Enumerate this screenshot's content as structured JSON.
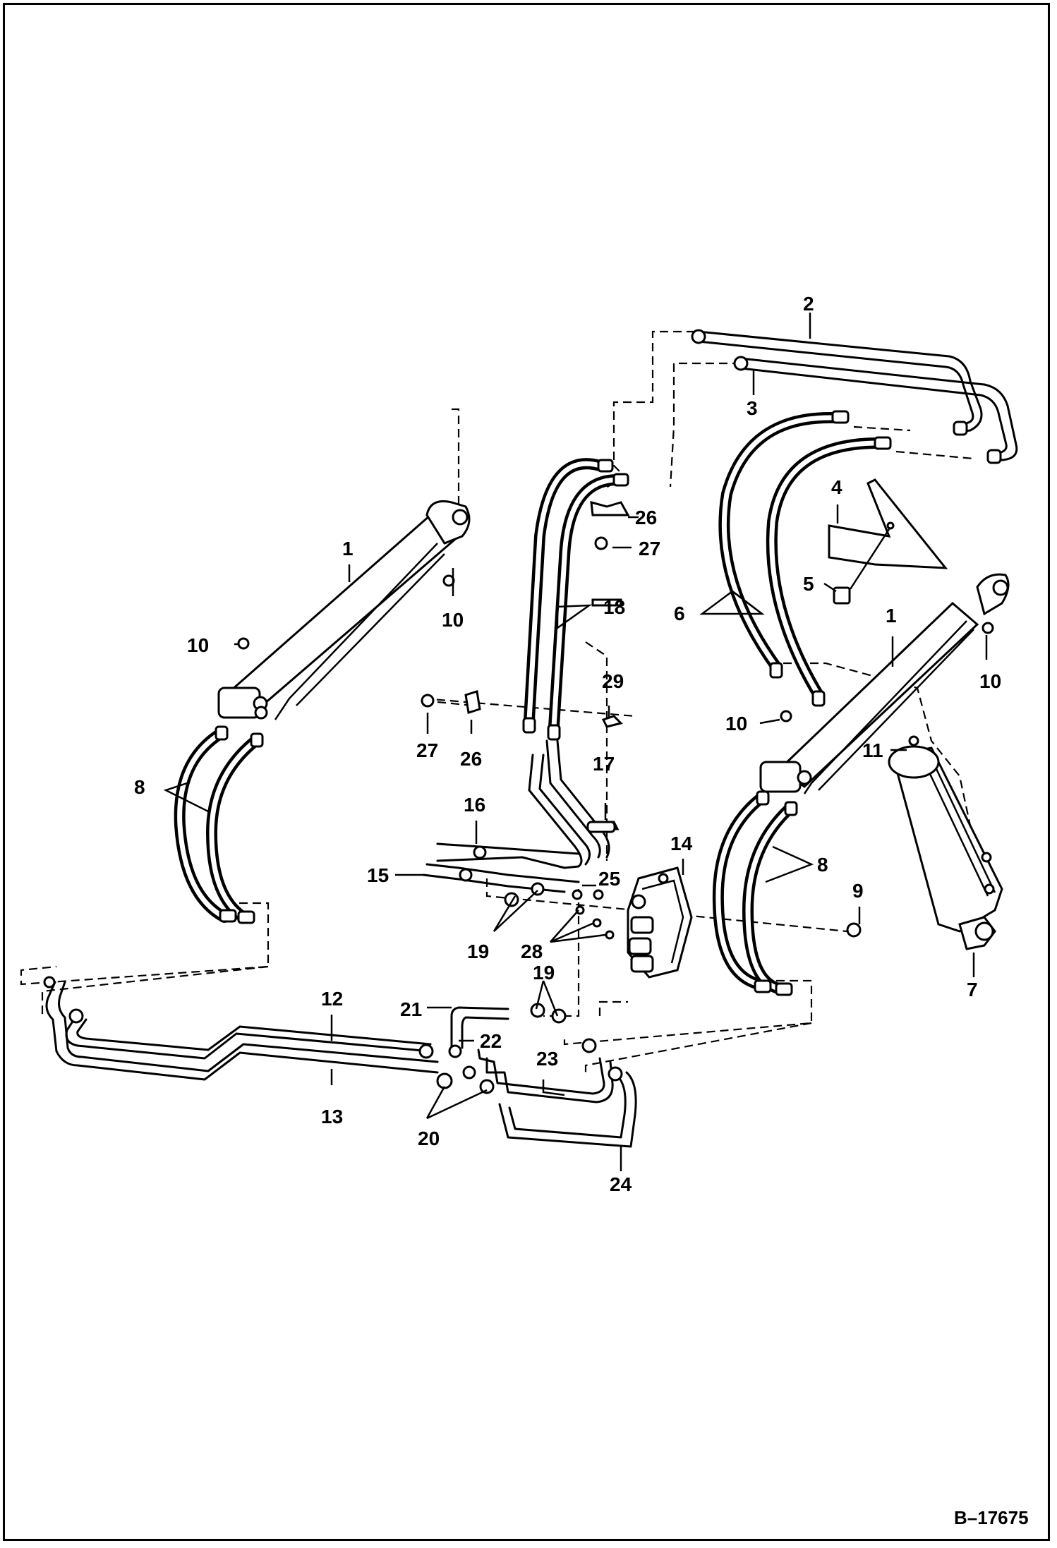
{
  "drawing_ref": "B–17675",
  "callouts": [
    {
      "id": "c2",
      "text": "2"
    },
    {
      "id": "c3",
      "text": "3"
    },
    {
      "id": "c4",
      "text": "4"
    },
    {
      "id": "c5",
      "text": "5"
    },
    {
      "id": "c6",
      "text": "6"
    },
    {
      "id": "c26a",
      "text": "26"
    },
    {
      "id": "c27a",
      "text": "27"
    },
    {
      "id": "c18",
      "text": "18"
    },
    {
      "id": "c1a",
      "text": "1"
    },
    {
      "id": "c10a",
      "text": "10"
    },
    {
      "id": "c10b",
      "text": "10"
    },
    {
      "id": "c1b",
      "text": "1"
    },
    {
      "id": "c10c",
      "text": "10"
    },
    {
      "id": "c10d",
      "text": "10"
    },
    {
      "id": "c29",
      "text": "29"
    },
    {
      "id": "c27b",
      "text": "27"
    },
    {
      "id": "c26b",
      "text": "26"
    },
    {
      "id": "c11",
      "text": "11"
    },
    {
      "id": "c8a",
      "text": "8"
    },
    {
      "id": "c17",
      "text": "17"
    },
    {
      "id": "c16",
      "text": "16"
    },
    {
      "id": "c14",
      "text": "14"
    },
    {
      "id": "c8b",
      "text": "8"
    },
    {
      "id": "c15",
      "text": "15"
    },
    {
      "id": "c25",
      "text": "25"
    },
    {
      "id": "c9",
      "text": "9"
    },
    {
      "id": "c19a",
      "text": "19"
    },
    {
      "id": "c28",
      "text": "28"
    },
    {
      "id": "c7",
      "text": "7"
    },
    {
      "id": "c19b",
      "text": "19"
    },
    {
      "id": "c12",
      "text": "12"
    },
    {
      "id": "c21",
      "text": "21"
    },
    {
      "id": "c22",
      "text": "22"
    },
    {
      "id": "c23",
      "text": "23"
    },
    {
      "id": "c13",
      "text": "13"
    },
    {
      "id": "c20",
      "text": "20"
    },
    {
      "id": "c24",
      "text": "24"
    }
  ]
}
